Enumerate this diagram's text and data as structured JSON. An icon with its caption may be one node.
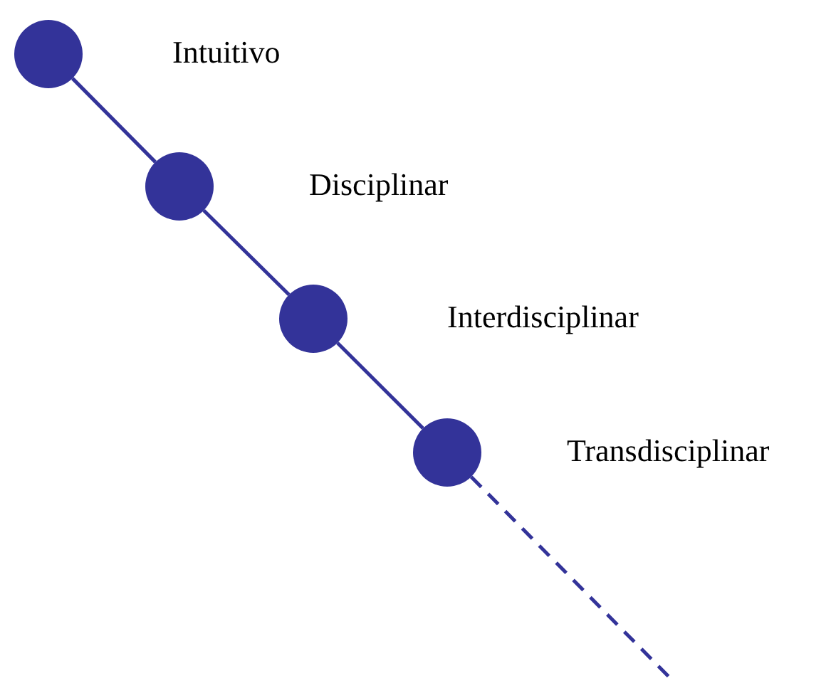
{
  "diagram": {
    "nodes": [
      {
        "text": [],
        "shape": "circle",
        "beside": [
          "Intuitivo"
        ]
      },
      {
        "text": [],
        "shape": "circle",
        "beside": [
          "Disciplinar"
        ]
      },
      {
        "text": [],
        "shape": "circle",
        "beside": [
          "Interdisciplinar"
        ]
      },
      {
        "text": [],
        "shape": "circle",
        "beside": [
          "Transdisciplinar"
        ]
      }
    ],
    "edges": [
      {
        "from": 0,
        "to": 1,
        "arrow": "none"
      },
      {
        "from": 1,
        "to": 2,
        "arrow": "none"
      },
      {
        "from": 2,
        "to": 3,
        "arrow": "none"
      },
      {
        "from": 3,
        "to": null,
        "arrow": "none",
        "style": "dashed"
      }
    ]
  }
}
